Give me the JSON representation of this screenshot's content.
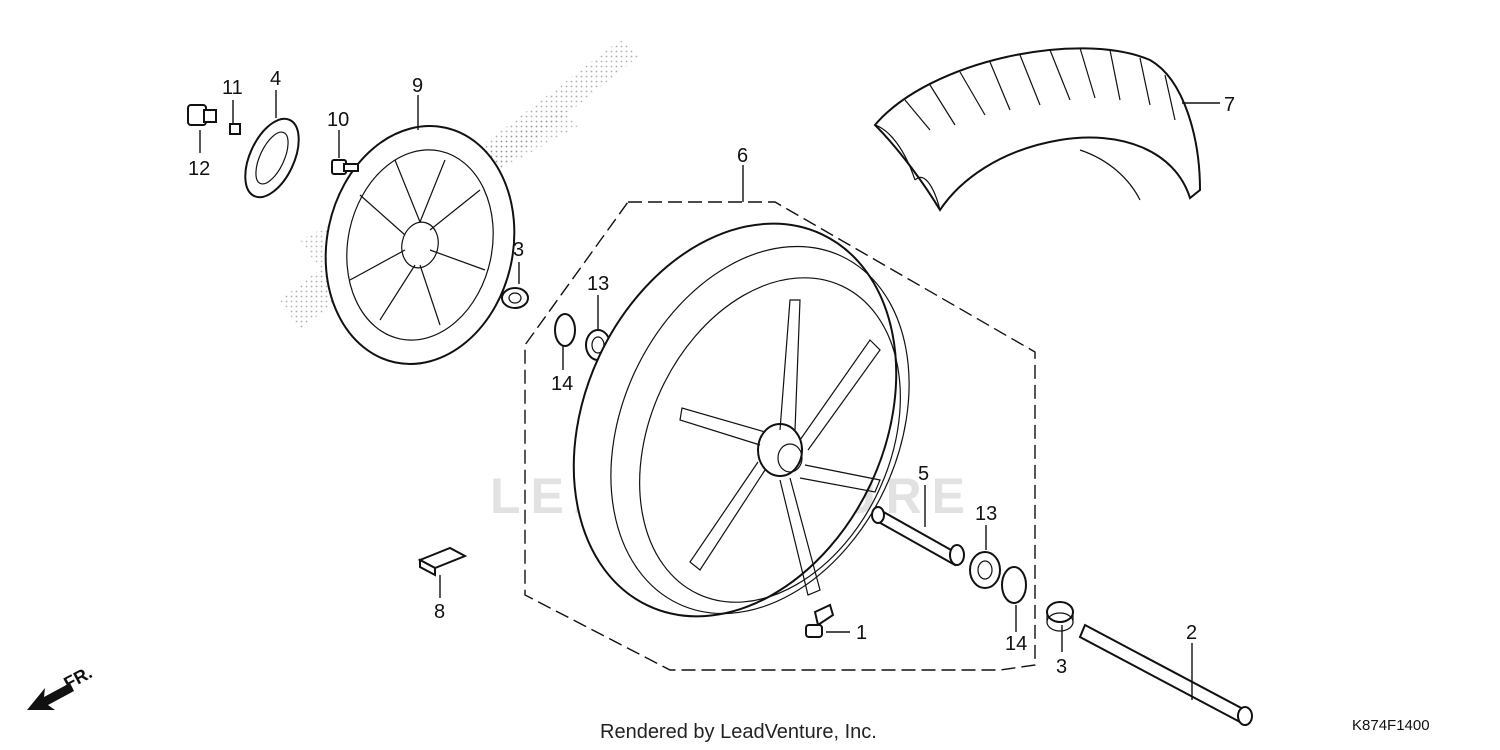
{
  "diagram": {
    "watermark": "LEADVENTURE",
    "footer_text": "Rendered by LeadVenture, Inc.",
    "diagram_code": "K874F1400",
    "direction_label": "FR.",
    "callouts": {
      "p1": "1",
      "p2": "2",
      "p3a": "3",
      "p3b": "3",
      "p4": "4",
      "p5": "5",
      "p6": "6",
      "p7": "7",
      "p8": "8",
      "p9": "9",
      "p10": "10",
      "p11": "11",
      "p12": "12",
      "p13a": "13",
      "p13b": "13",
      "p14a": "14",
      "p14b": "14"
    }
  }
}
